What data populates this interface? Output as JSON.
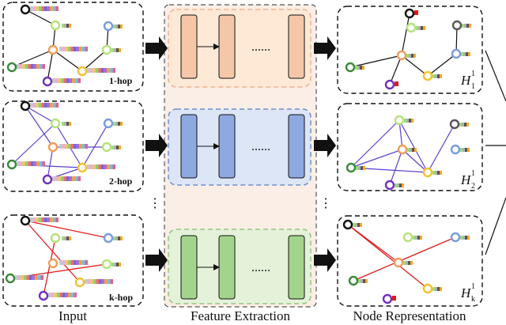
{
  "captions": {
    "input": "Input",
    "feature_extraction": "Feature Extraction",
    "node_representation": "Node Representation"
  },
  "hop_labels": [
    "1-hop",
    "2-hop",
    "k-hop"
  ],
  "representation_labels": [
    {
      "base": "H",
      "sub": "1",
      "sup": "1"
    },
    {
      "base": "H",
      "sub": "2",
      "sup": "1"
    },
    {
      "base": "H",
      "sub": "k",
      "sup": "1"
    }
  ],
  "ellipsis": "......",
  "colors": {
    "edge_1hop": "#111111",
    "edge_2hop": "#5a3fcf",
    "edge_khop": "#e01b1b",
    "block_orange_fill": "#fde9d6",
    "block_orange_stroke": "#f2b28c",
    "layer_orange": "#f6c6a9",
    "block_blue_fill": "#dde6f7",
    "block_blue_stroke": "#6f8fcf",
    "layer_blue": "#8ea8e0",
    "block_green_fill": "#e5f2da",
    "block_green_stroke": "#93c47d",
    "layer_green": "#a3d48c",
    "band_fill": "#fbeee6"
  }
}
